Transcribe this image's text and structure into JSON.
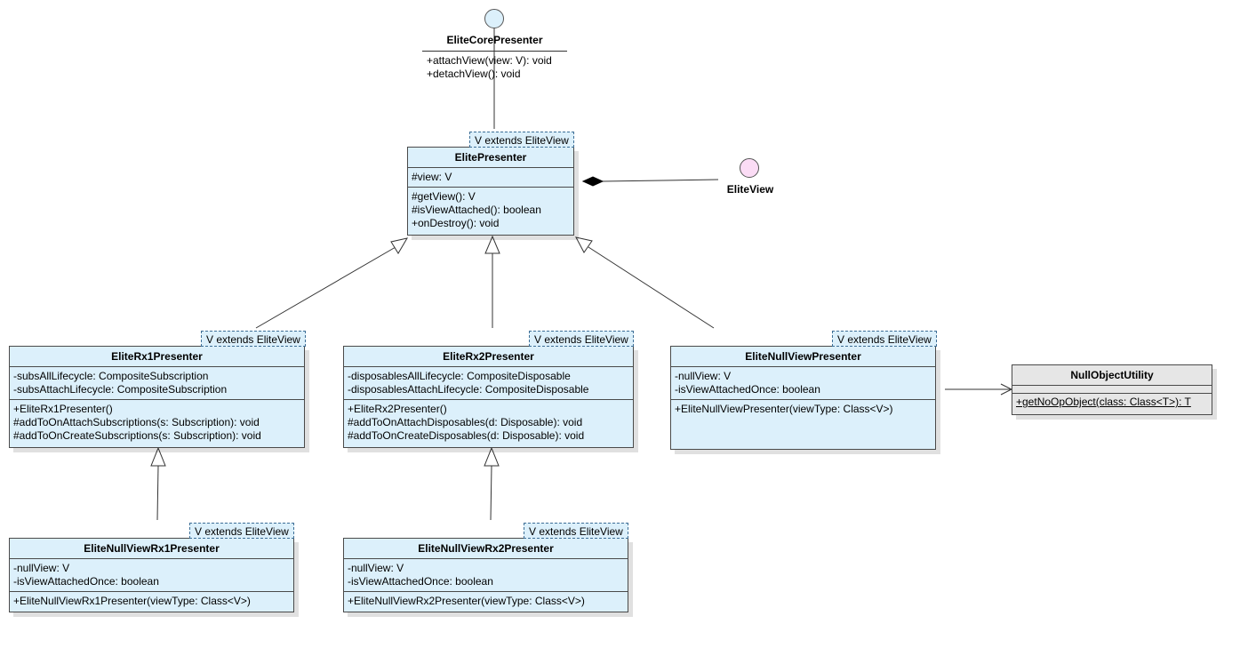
{
  "colors": {
    "class_fill": "#dcf0fb",
    "utility_fill": "#e6e6e6",
    "core_interface_circle": "#dcf0fb",
    "view_interface_circle": "#fbdcf5"
  },
  "core_presenter": {
    "name": "EliteCorePresenter",
    "operations": [
      "+attachView(view: V): void",
      "+detachView(): void"
    ]
  },
  "elite_view": {
    "name": "EliteView"
  },
  "elite_presenter": {
    "type_param": "V extends EliteView",
    "name": "ElitePresenter",
    "attributes": [
      "#view: V"
    ],
    "operations": [
      "#getView(): V",
      "#isViewAttached(): boolean",
      "+onDestroy(): void"
    ]
  },
  "rx1_presenter": {
    "type_param": "V extends EliteView",
    "name": "EliteRx1Presenter",
    "attributes": [
      "-subsAllLifecycle: CompositeSubscription",
      "-subsAttachLifecycle: CompositeSubscription"
    ],
    "operations": [
      "+EliteRx1Presenter()",
      "#addToOnAttachSubscriptions(s: Subscription): void",
      "#addToOnCreateSubscriptions(s: Subscription): void"
    ]
  },
  "rx2_presenter": {
    "type_param": "V extends EliteView",
    "name": "EliteRx2Presenter",
    "attributes": [
      "-disposablesAllLifecycle: CompositeDisposable",
      "-disposablesAttachLifecycle: CompositeDisposable"
    ],
    "operations": [
      "+EliteRx2Presenter()",
      "#addToOnAttachDisposables(d: Disposable): void",
      "#addToOnCreateDisposables(d: Disposable): void"
    ]
  },
  "null_view_presenter": {
    "type_param": "V extends EliteView",
    "name": "EliteNullViewPresenter",
    "attributes": [
      "-nullView: V",
      "-isViewAttachedOnce: boolean"
    ],
    "operations": [
      "+EliteNullViewPresenter(viewType: Class<V>)"
    ]
  },
  "null_object_utility": {
    "name": "NullObjectUtility",
    "attributes": [],
    "operations": [
      "+getNoOpObject(class: Class<T>): T"
    ]
  },
  "null_view_rx1_presenter": {
    "type_param": "V extends EliteView",
    "name": "EliteNullViewRx1Presenter",
    "attributes": [
      "-nullView: V",
      "-isViewAttachedOnce: boolean"
    ],
    "operations": [
      "+EliteNullViewRx1Presenter(viewType: Class<V>)"
    ]
  },
  "null_view_rx2_presenter": {
    "type_param": "V extends EliteView",
    "name": "EliteNullViewRx2Presenter",
    "attributes": [
      "-nullView: V",
      "-isViewAttachedOnce: boolean"
    ],
    "operations": [
      "+EliteNullViewRx2Presenter(viewType: Class<V>)"
    ]
  }
}
